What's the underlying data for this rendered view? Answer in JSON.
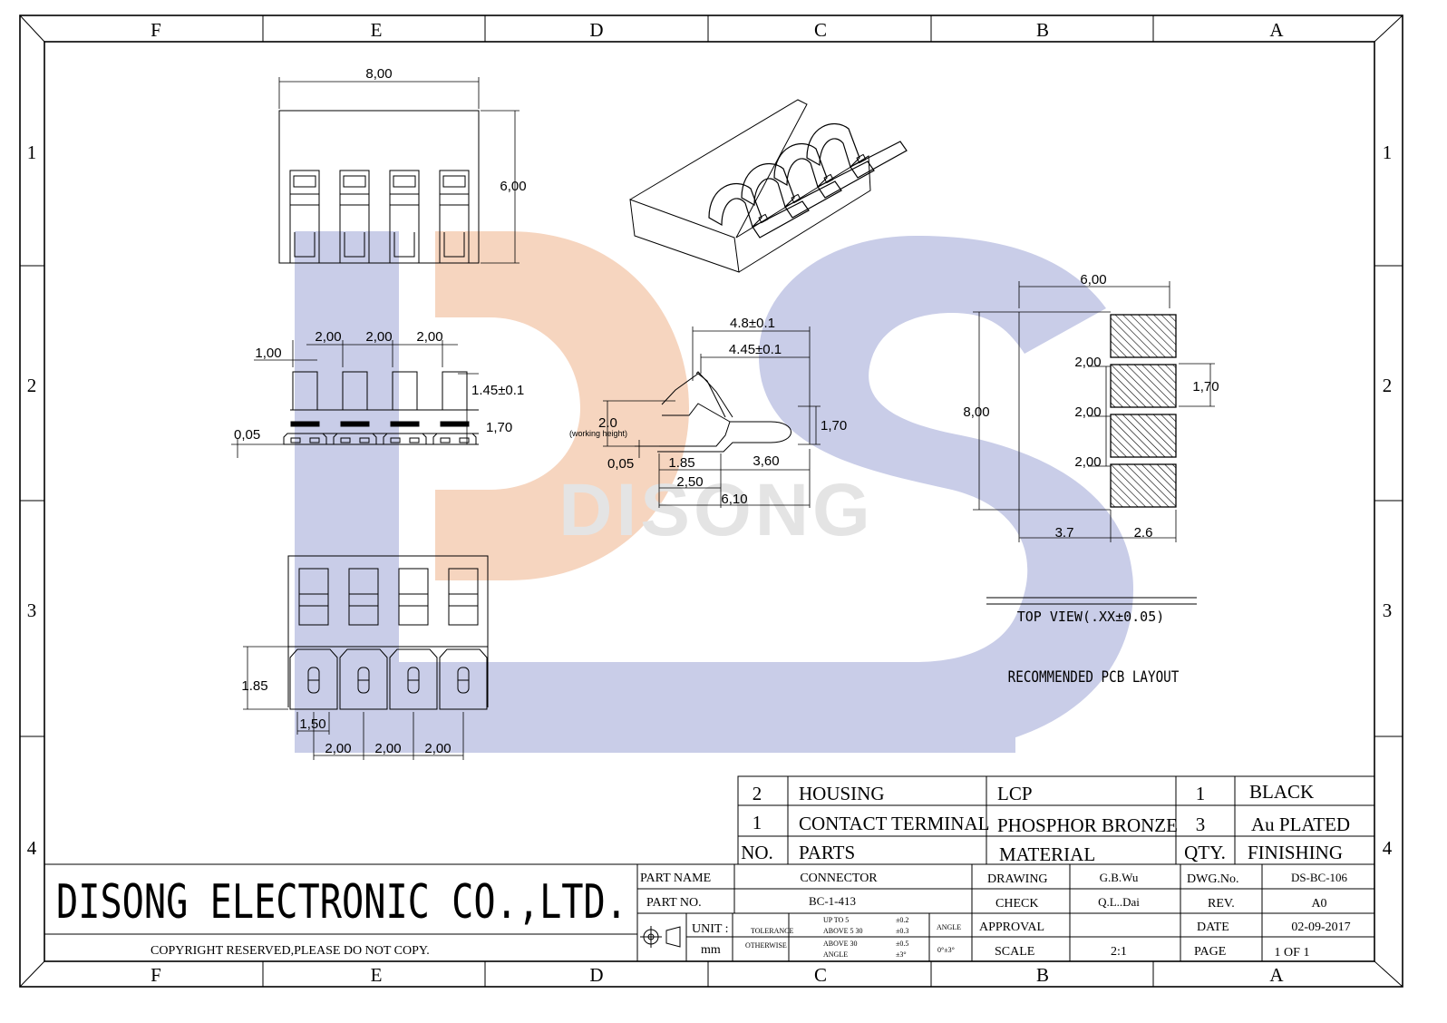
{
  "grid": {
    "columns": [
      "F",
      "E",
      "D",
      "C",
      "B",
      "A"
    ],
    "rows": [
      "1",
      "2",
      "3",
      "4"
    ]
  },
  "watermark": {
    "text": "DISONG",
    "colors": {
      "blue": "#c9cde8",
      "peach": "#f6d5bf",
      "grey": "#e4e4e4"
    }
  },
  "dims": {
    "top_width": "8,00",
    "top_height": "6,00",
    "front_pitch1": "2,00",
    "front_pitch2": "2,00",
    "front_pitch3": "2,00",
    "front_offset": "1,00",
    "front_top": "1.45±0.1",
    "front_height": "1,70",
    "front_gap": "0,05",
    "term_w1": "4.8±0.1",
    "term_w2": "4.45±0.1",
    "term_h": "1,70",
    "term_working": "2.0",
    "term_working_note": "(working height)",
    "term_gap": "0,05",
    "term_a": "1.85",
    "term_b": "3,60",
    "term_c": "2,50",
    "term_d": "6,10",
    "pcb_w": "6,00",
    "pcb_h": "8,00",
    "pcb_p1": "2,00",
    "pcb_p2": "2,00",
    "pcb_p3": "2,00",
    "pcb_pad": "1,70",
    "pcb_left": "3.7",
    "pcb_right": "2.6",
    "bottom_h": "1.85",
    "bottom_pad": "1,50",
    "bottom_p1": "2,00",
    "bottom_p2": "2,00",
    "bottom_p3": "2,00"
  },
  "pcb_caption": {
    "title": "RECOMMENDED PCB LAYOUT",
    "subtitle": "TOP VIEW(.XX±0.05)"
  },
  "bom": {
    "rows": [
      {
        "no": "2",
        "part": "HOUSING",
        "material": "LCP",
        "qty": "1",
        "finishing": "BLACK"
      },
      {
        "no": "1",
        "part": "CONTACT TERMINAL",
        "material": "PHOSPHOR BRONZE",
        "qty": "3",
        "finishing": "Au PLATED"
      }
    ],
    "header": {
      "no": "NO.",
      "part": "PARTS",
      "material": "MATERIAL",
      "qty": "QTY.",
      "finishing": "FINISHING"
    }
  },
  "title_block": {
    "company": "DISONG ELECTRONIC CO.,LTD.",
    "copyright": "COPYRIGHT RESERVED,PLEASE DO NOT COPY.",
    "part_name_label": "PART NAME",
    "part_name": "CONNECTOR",
    "part_no_label": "PART NO.",
    "part_no": "BC-1-413",
    "unit_label": "UNIT :",
    "unit": "mm",
    "tolerance_label": "TOLERANCE",
    "otherwise_label": "OTHERWISE",
    "tol_r1": "UP TO 5",
    "tol_r2": "ABOVE 5  30",
    "tol_r3": "ABOVE 30",
    "tol_r4": "ANGLE",
    "tol_v1": "±0.2",
    "tol_v2": "±0.3",
    "tol_v3": "±0.5",
    "tol_v4": "±3°",
    "angle_label": "ANGLE",
    "angle_value": "0°±3°",
    "drawing_label": "DRAWING",
    "drawing": "G.B.Wu",
    "check_label": "CHECK",
    "check": "Q.L..Dai",
    "approval_label": "APPROVAL",
    "approval": "",
    "scale_label": "SCALE",
    "scale": "2:1",
    "dwg_label": "DWG.No.",
    "dwg": "DS-BC-106",
    "rev_label": "REV.",
    "rev": "A0",
    "date_label": "DATE",
    "date": "02-09-2017",
    "page_label": "PAGE",
    "page": "1 OF 1"
  }
}
